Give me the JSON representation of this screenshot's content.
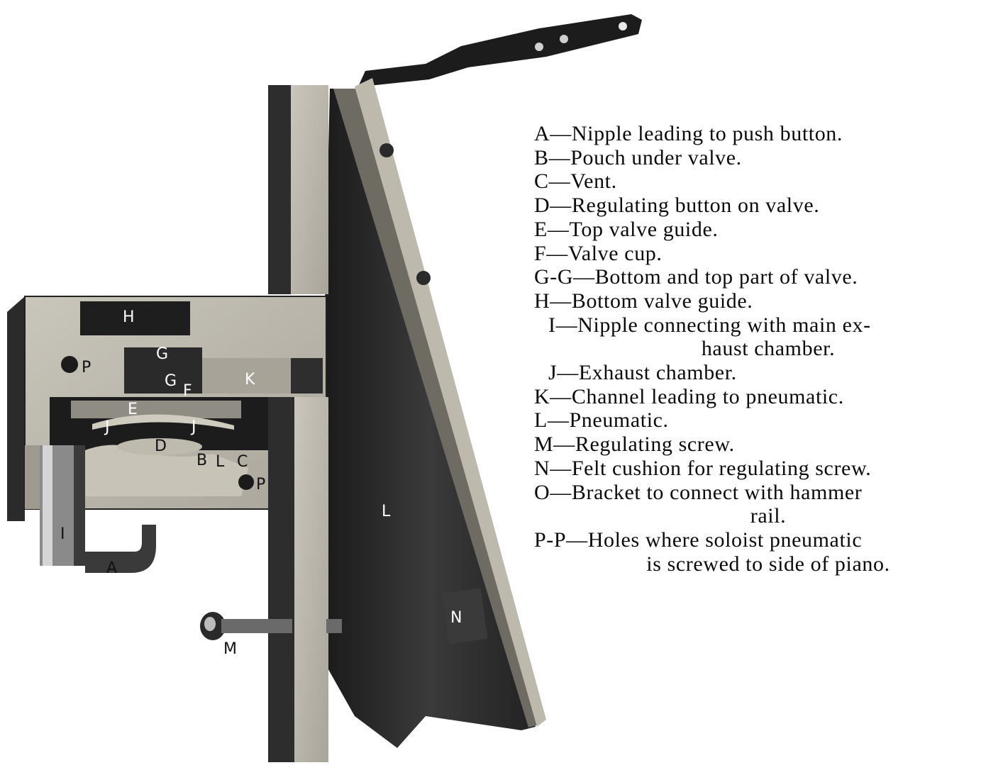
{
  "figure": {
    "part_labels": {
      "H": "H",
      "G1": "G",
      "G2": "G",
      "F": "F",
      "E": "E",
      "P1": "P",
      "P2": "P",
      "K": "K",
      "J1": "J",
      "J2": "J",
      "D": "D",
      "B": "B",
      "L_small": "L",
      "C": "C",
      "I": "I",
      "A": "A",
      "M": "M",
      "L": "L",
      "N": "N"
    }
  },
  "legend": [
    {
      "text": "A—Nipple leading to push button."
    },
    {
      "text": "B—Pouch under valve."
    },
    {
      "text": "C—Vent."
    },
    {
      "text": "D—Regulating button on valve."
    },
    {
      "text": "E—Top valve guide."
    },
    {
      "text": "F—Valve cup."
    },
    {
      "text": "G-G—Bottom and top part of valve."
    },
    {
      "text": "H—Bottom valve guide."
    },
    {
      "text": "I—Nipple connecting with main ex-",
      "cont": "haust chamber.",
      "indent": true
    },
    {
      "text": "J—Exhaust chamber.",
      "indent": true
    },
    {
      "text": "K—Channel leading to pneumatic."
    },
    {
      "text": "L—Pneumatic."
    },
    {
      "text": "M—Regulating screw."
    },
    {
      "text": "N—Felt cushion for regulating screw."
    },
    {
      "text": "O—Bracket to connect with hammer",
      "cont": "rail."
    },
    {
      "text": "P-P—Holes where soloist pneumatic",
      "cont": "is screwed to side of piano."
    }
  ]
}
